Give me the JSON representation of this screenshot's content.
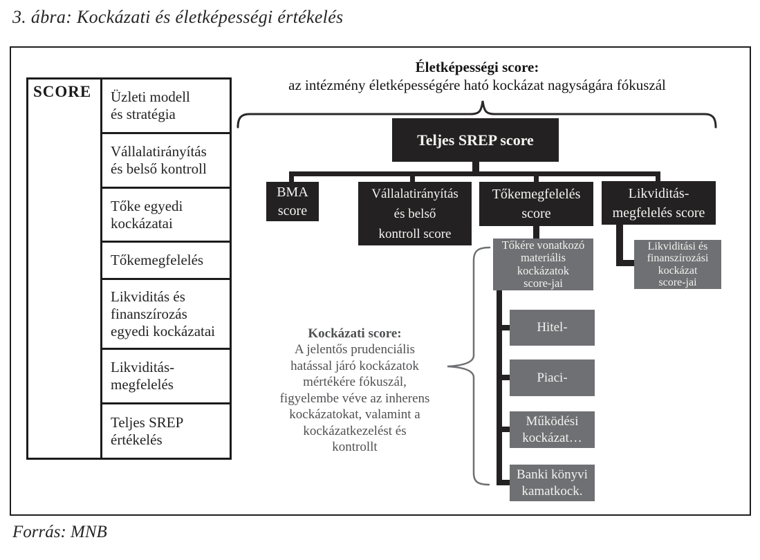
{
  "figure": {
    "title": "3. ábra: Kockázati és életképességi értékelés",
    "source": "Forrás: MNB"
  },
  "score_panel": {
    "label": "SCORE",
    "rows": [
      "Üzleti modell\nés stratégia",
      "Vállalatirányítás\nés belső kontroll",
      "Tőke egyedi\nkockázatai",
      "Tőkemegfelelés",
      "Likviditás és\nfinanszírozás\negyedi kockázatai",
      "Likviditás-\nmegfelelés",
      "Teljes SREP\nértékelés"
    ]
  },
  "viability_score": {
    "heading": "Életképességi score:",
    "description": "az intézmény életképességére ható kockázat nagyságára fókuszál"
  },
  "srep_tree": {
    "root": "Teljes SREP score",
    "children": [
      "BMA\nscore",
      "Vállalatirányítás\nés belső\nkontroll score",
      "Tőkemegfelelés\nscore",
      "Likviditás-\nmegfelelés score"
    ],
    "capital_risks": "Tőkére vonatkozó\nmateriális\nkockázatok\nscore-jai",
    "liquidity_risks": "Likviditási és\nfinanszírozási\nkockázat\nscore-jai",
    "risk_items": [
      "Hitel-",
      "Piaci-",
      "Működési\nkockázat…",
      "Banki könyvi\nkamatkock."
    ]
  },
  "risk_score": {
    "heading": "Kockázati score:",
    "description": "A jelentős prudenciális\nhatással járó kockázatok\nmértékére fókuszál,\nfigyelembe véve az inherens\nkockázatokat, valamint a\nkockázatkezelést és\nkontrollt"
  },
  "colors": {
    "box_dark": "#242122",
    "box_gray": "#6f7073",
    "risk_text_gray": "#4f5052",
    "line_black": "#232122",
    "brace_gray": "#6f7073"
  }
}
